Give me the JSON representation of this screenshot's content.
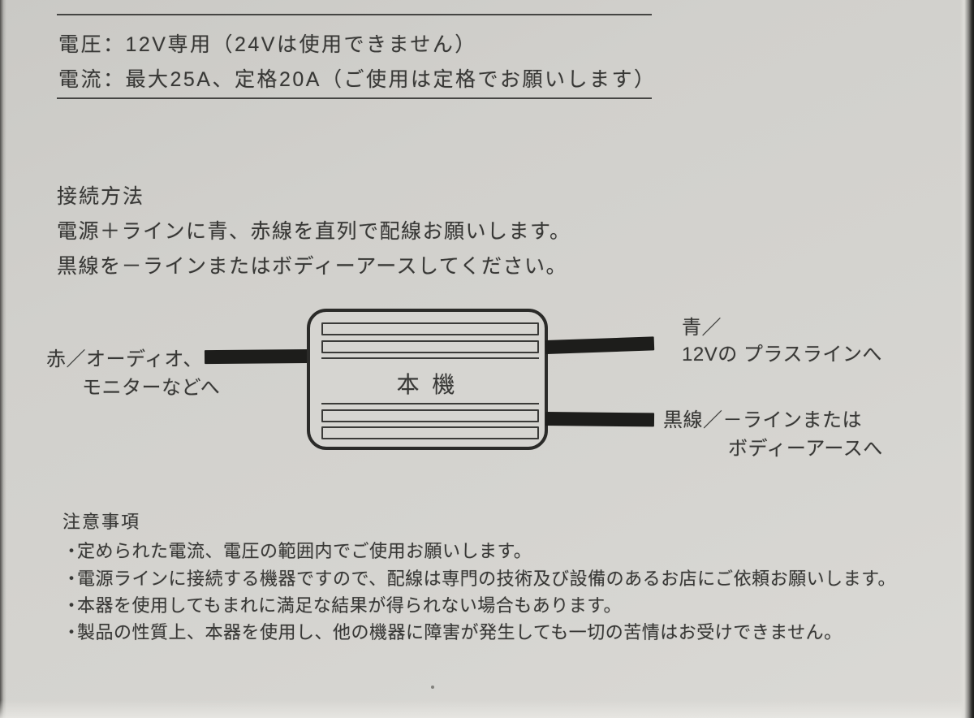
{
  "specs": {
    "voltage_line": "電圧：12V専用（24Vは使用できません）",
    "current_line": "電流：最大25A、定格20A（ご使用は定格でお願いします）"
  },
  "connection": {
    "heading": "接続方法",
    "line1": "電源＋ラインに青、赤線を直列で配線お願いします。",
    "line2": "黒線を－ラインまたはボディーアースしてください。"
  },
  "diagram": {
    "device_label": "本 機",
    "red_wire_label_line1": "赤／オーディオ、",
    "red_wire_label_line2": "モニターなどへ",
    "blue_wire_label_line1": "青／",
    "blue_wire_label_line2": "12Vの プラスラインへ",
    "black_wire_label_line1": "黒線／－ラインまたは",
    "black_wire_label_line2": "ボディーアースへ"
  },
  "notes": {
    "heading": "注意事項",
    "bullet": "・",
    "items": [
      "定められた電流、電圧の範囲内でご使用お願いします。",
      "電源ラインに接続する機器ですので、配線は専門の技術及び設備のあるお店にご依頼お願いします。",
      "本器を使用してもまれに満足な結果が得られない場合もあります。",
      "製品の性質上、本器を使用し、他の機器に障害が発生しても一切の苦情はお受けできません。"
    ]
  },
  "colors": {
    "paper": "#d3d2ce",
    "ink": "#383836",
    "wire_black": "#1d1d1b",
    "box_border": "#2b2b29",
    "photo_edge_dark": "#1b1b19"
  }
}
